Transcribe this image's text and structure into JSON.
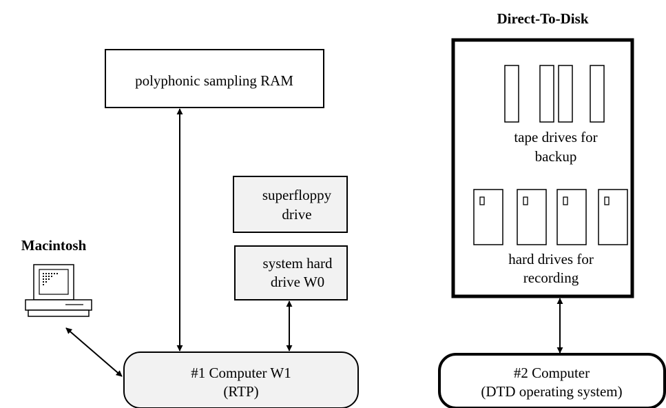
{
  "headings": {
    "macintosh": "Macintosh",
    "direct_to_disk": "Direct-To-Disk"
  },
  "boxes": {
    "sampling_ram": "polyphonic sampling RAM",
    "superfloppy": [
      "superfloppy",
      "drive"
    ],
    "system_hard_drive": [
      "system hard",
      "drive W0"
    ],
    "computer1": [
      "#1 Computer W1",
      "(RTP)"
    ],
    "computer2": [
      "#2 Computer",
      "(DTD operating system)"
    ]
  },
  "dtd_contents": {
    "tape_drives_label": [
      "tape drives for",
      "backup"
    ],
    "hard_drives_label": [
      "hard drives for",
      "recording"
    ],
    "tape_drive_count": 4,
    "hard_drive_count": 4
  },
  "colors": {
    "stroke": "#000000",
    "box_fill": "#f2f2f2",
    "background": "#ffffff"
  },
  "icons": [
    "macintosh-computer-icon",
    "tape-drive-icon",
    "hard-drive-icon"
  ]
}
